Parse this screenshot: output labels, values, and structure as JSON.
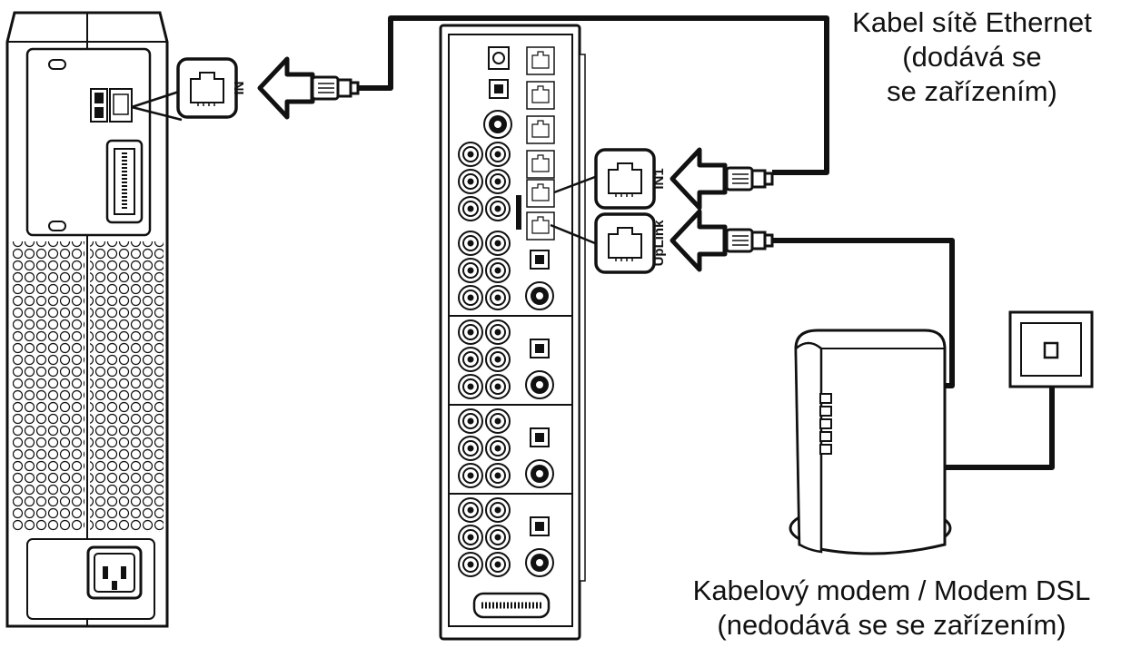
{
  "labels": {
    "console_port": "IN",
    "hub_port_in1": "IN1",
    "hub_port_uplink": "UpLink"
  },
  "captions": {
    "ethernet_cable": [
      "Kabel sítě Ethernet",
      "(dodává se",
      "se zařízením)"
    ],
    "modem": [
      "Kabelový modem / Modem DSL",
      "(nedodává se se zařízením)"
    ]
  },
  "icons": [
    "ethernet-port-icon",
    "rj45-plug-icon",
    "arrow-left-icon",
    "power-socket-icon",
    "wall-jack-icon"
  ],
  "colors": {
    "line": "#111111",
    "background": "#ffffff"
  }
}
